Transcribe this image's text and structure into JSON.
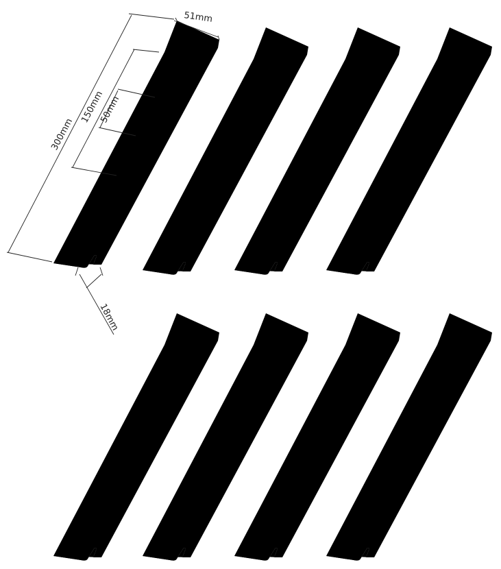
{
  "diagram": {
    "dimensions": {
      "width": "51mm",
      "length": "300mm",
      "hole_span_long": "150mm",
      "hole_span_short": "50mm",
      "flange": "18mm"
    },
    "rails": [
      {
        "id": "rail-1"
      },
      {
        "id": "rail-2"
      },
      {
        "id": "rail-3"
      },
      {
        "id": "rail-4"
      },
      {
        "id": "rail-5"
      },
      {
        "id": "rail-6"
      },
      {
        "id": "rail-7"
      },
      {
        "id": "rail-8"
      }
    ]
  }
}
